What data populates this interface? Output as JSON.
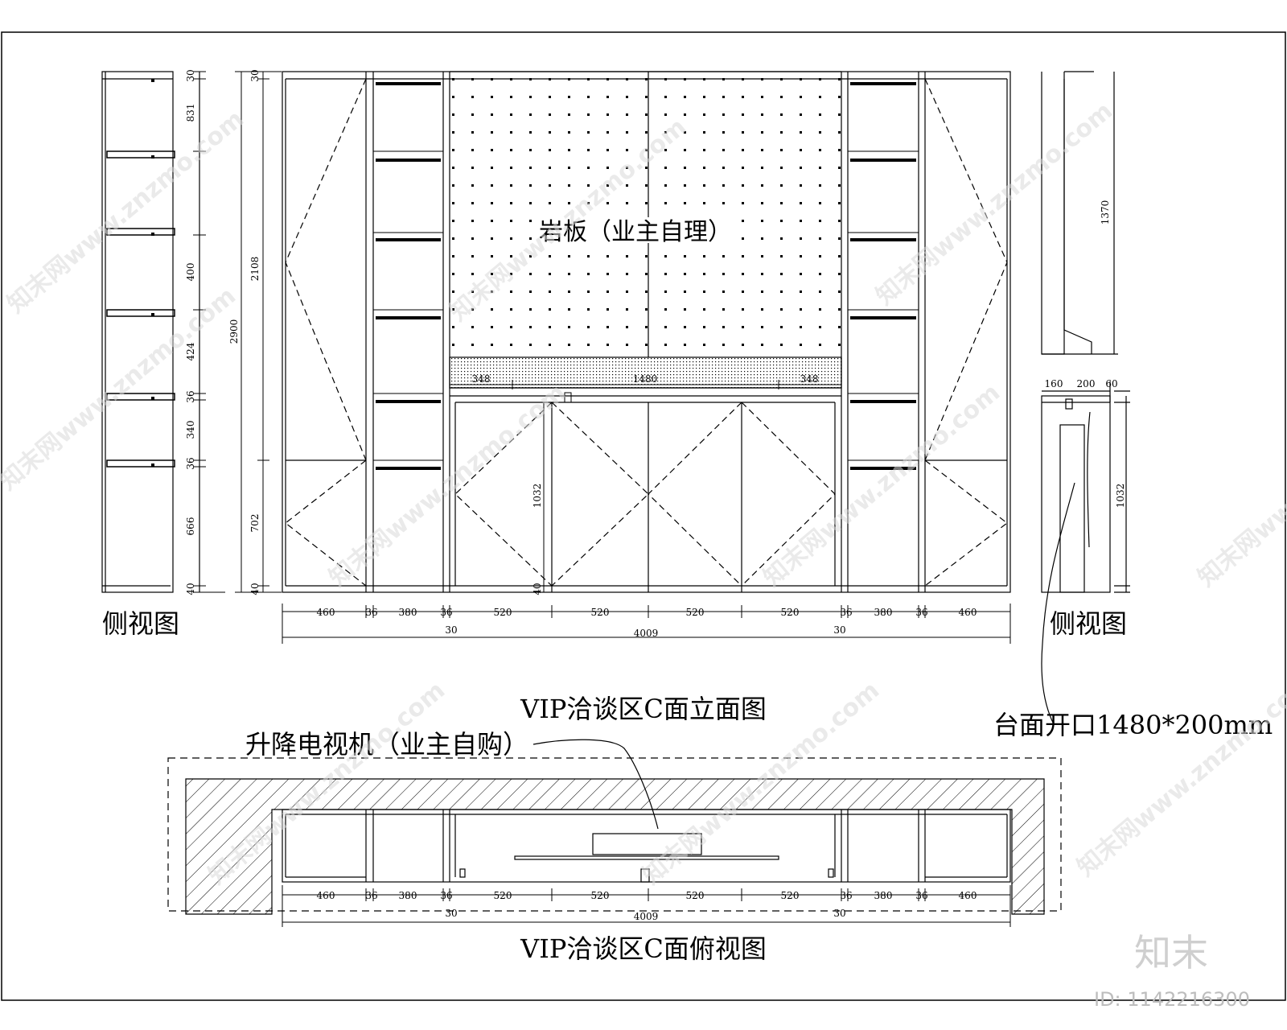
{
  "elevation": {
    "title": "VIP洽谈区C面立面图",
    "panel_note": "岩板（业主自理）",
    "side_label_left": "侧视图",
    "side_label_right": "侧视图",
    "left_side_dims": [
      "30",
      "831",
      "400",
      "424",
      "36",
      "340",
      "36",
      "666",
      "40"
    ],
    "left_height_dims": [
      "30",
      "2108",
      "702",
      "40"
    ],
    "total_height": "2900",
    "bottom_dims": [
      "460",
      "36",
      "380",
      "36",
      "520",
      "520",
      "520",
      "520",
      "36",
      "380",
      "36",
      "460"
    ],
    "bottom_sub": [
      "30",
      "30"
    ],
    "total_width": "4009",
    "band_dims": [
      "348",
      "1480",
      "348"
    ],
    "door_height": "1032",
    "door_low": "40",
    "right_side_dims": [
      "1370",
      "160",
      "200",
      "60",
      "1032"
    ],
    "opening_note": "台面开口1480*200mm"
  },
  "plan": {
    "title": "VIP洽谈区C面俯视图",
    "tv_note": "升降电视机（业主自购）",
    "bottom_dims": [
      "460",
      "36",
      "380",
      "36",
      "520",
      "520",
      "520",
      "520",
      "36",
      "380",
      "36",
      "460"
    ],
    "bottom_sub": [
      "30",
      "30"
    ],
    "total_width": "4009"
  },
  "branding": {
    "watermark": "知末网www.znzmo.com",
    "logo": "知末",
    "id_text": "ID: 1142216300"
  }
}
